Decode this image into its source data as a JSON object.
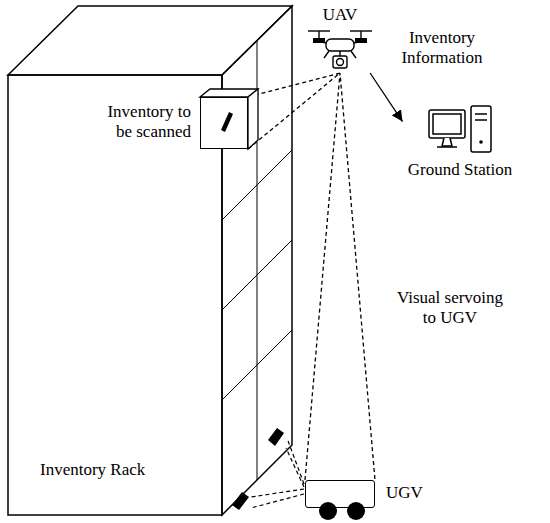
{
  "diagram": {
    "nodes": [
      {
        "text": [
          "Inventory Rack"
        ]
      },
      {
        "text": [
          "Inventory to be scanned"
        ],
        "in": 0
      },
      {
        "text": [
          "UGV"
        ]
      },
      {
        "text": [
          "UAV"
        ]
      },
      {
        "text": [
          "Ground Station"
        ]
      }
    ],
    "edges": [
      {
        "from": 3,
        "to": 4,
        "arrow": "to",
        "label": "Inventory Information"
      },
      {
        "from": 3,
        "to": 1,
        "arrow": "none"
      },
      {
        "from": 3,
        "to": 2,
        "arrow": "none",
        "label": "Visual servoing to UGV"
      }
    ]
  }
}
